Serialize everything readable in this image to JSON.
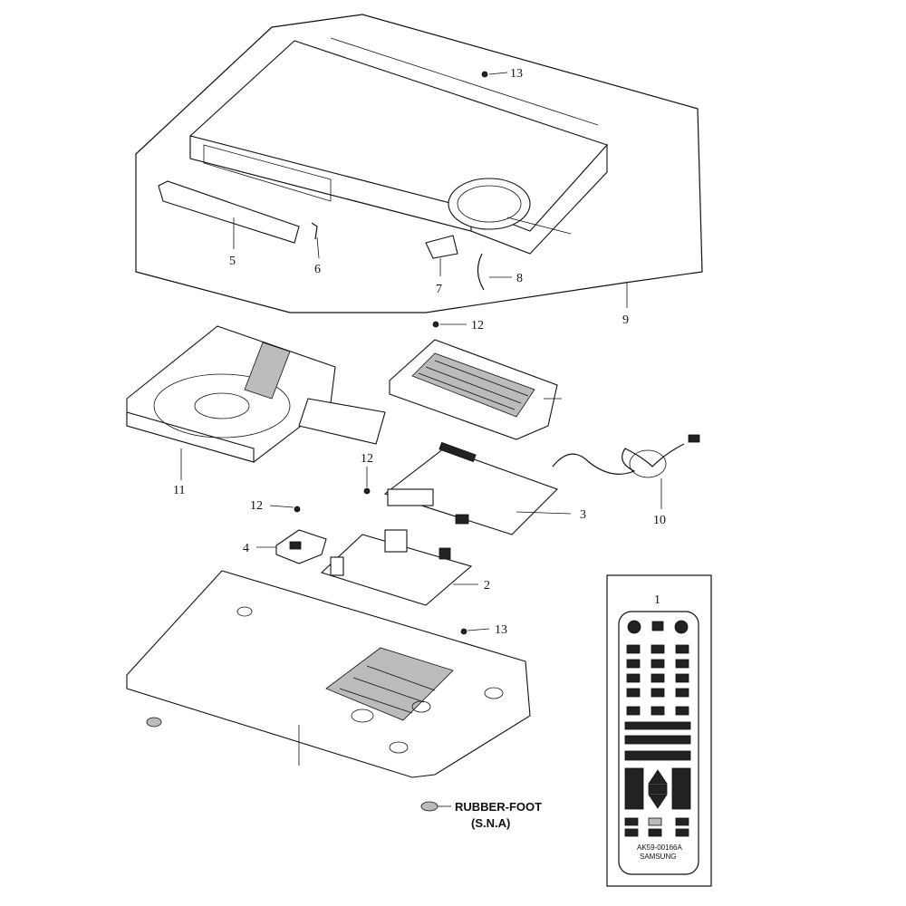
{
  "callouts": {
    "c1": "1",
    "c2": "2",
    "c3": "3",
    "c4": "4",
    "c5": "5",
    "c6": "6",
    "c7": "7",
    "c8": "8",
    "c9": "9",
    "c10": "10",
    "c11": "11",
    "c12a": "12",
    "c12b": "12",
    "c12c": "12",
    "c13a": "13",
    "c13b": "13"
  },
  "notes": {
    "rubber_foot_line1": "RUBBER-FOOT",
    "rubber_foot_line2": "(S.N.A)"
  },
  "remote": {
    "model_code": "AK59-00166A",
    "brand": "SAMSUNG"
  }
}
